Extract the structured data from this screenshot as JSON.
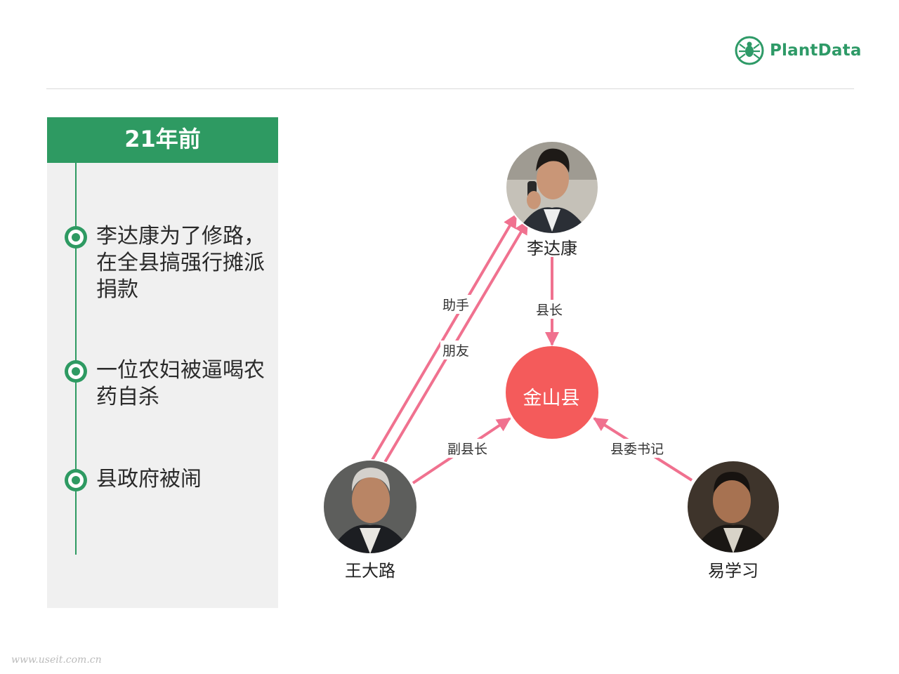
{
  "brand": {
    "name": "PlantData",
    "color": "#2e9a67",
    "icon": "spider-icon"
  },
  "timeline": {
    "title": "21年前",
    "events": [
      "李达康为了修路，在全县搞强行摊派捐款",
      "一位农妇被逼喝农药自杀",
      "县政府被闹"
    ]
  },
  "graph": {
    "nodes": {
      "li": "李达康",
      "wang": "王大路",
      "yi": "易学习",
      "county": "金山县"
    },
    "relations": {
      "assistant": "助手",
      "friend": "朋友",
      "county_head": "县长",
      "deputy_head": "副县长",
      "party_secretary": "县委书记"
    },
    "colors": {
      "edge": "#f0718f",
      "county": "#f45b5b"
    }
  },
  "watermark": "www.useit.com.cn"
}
